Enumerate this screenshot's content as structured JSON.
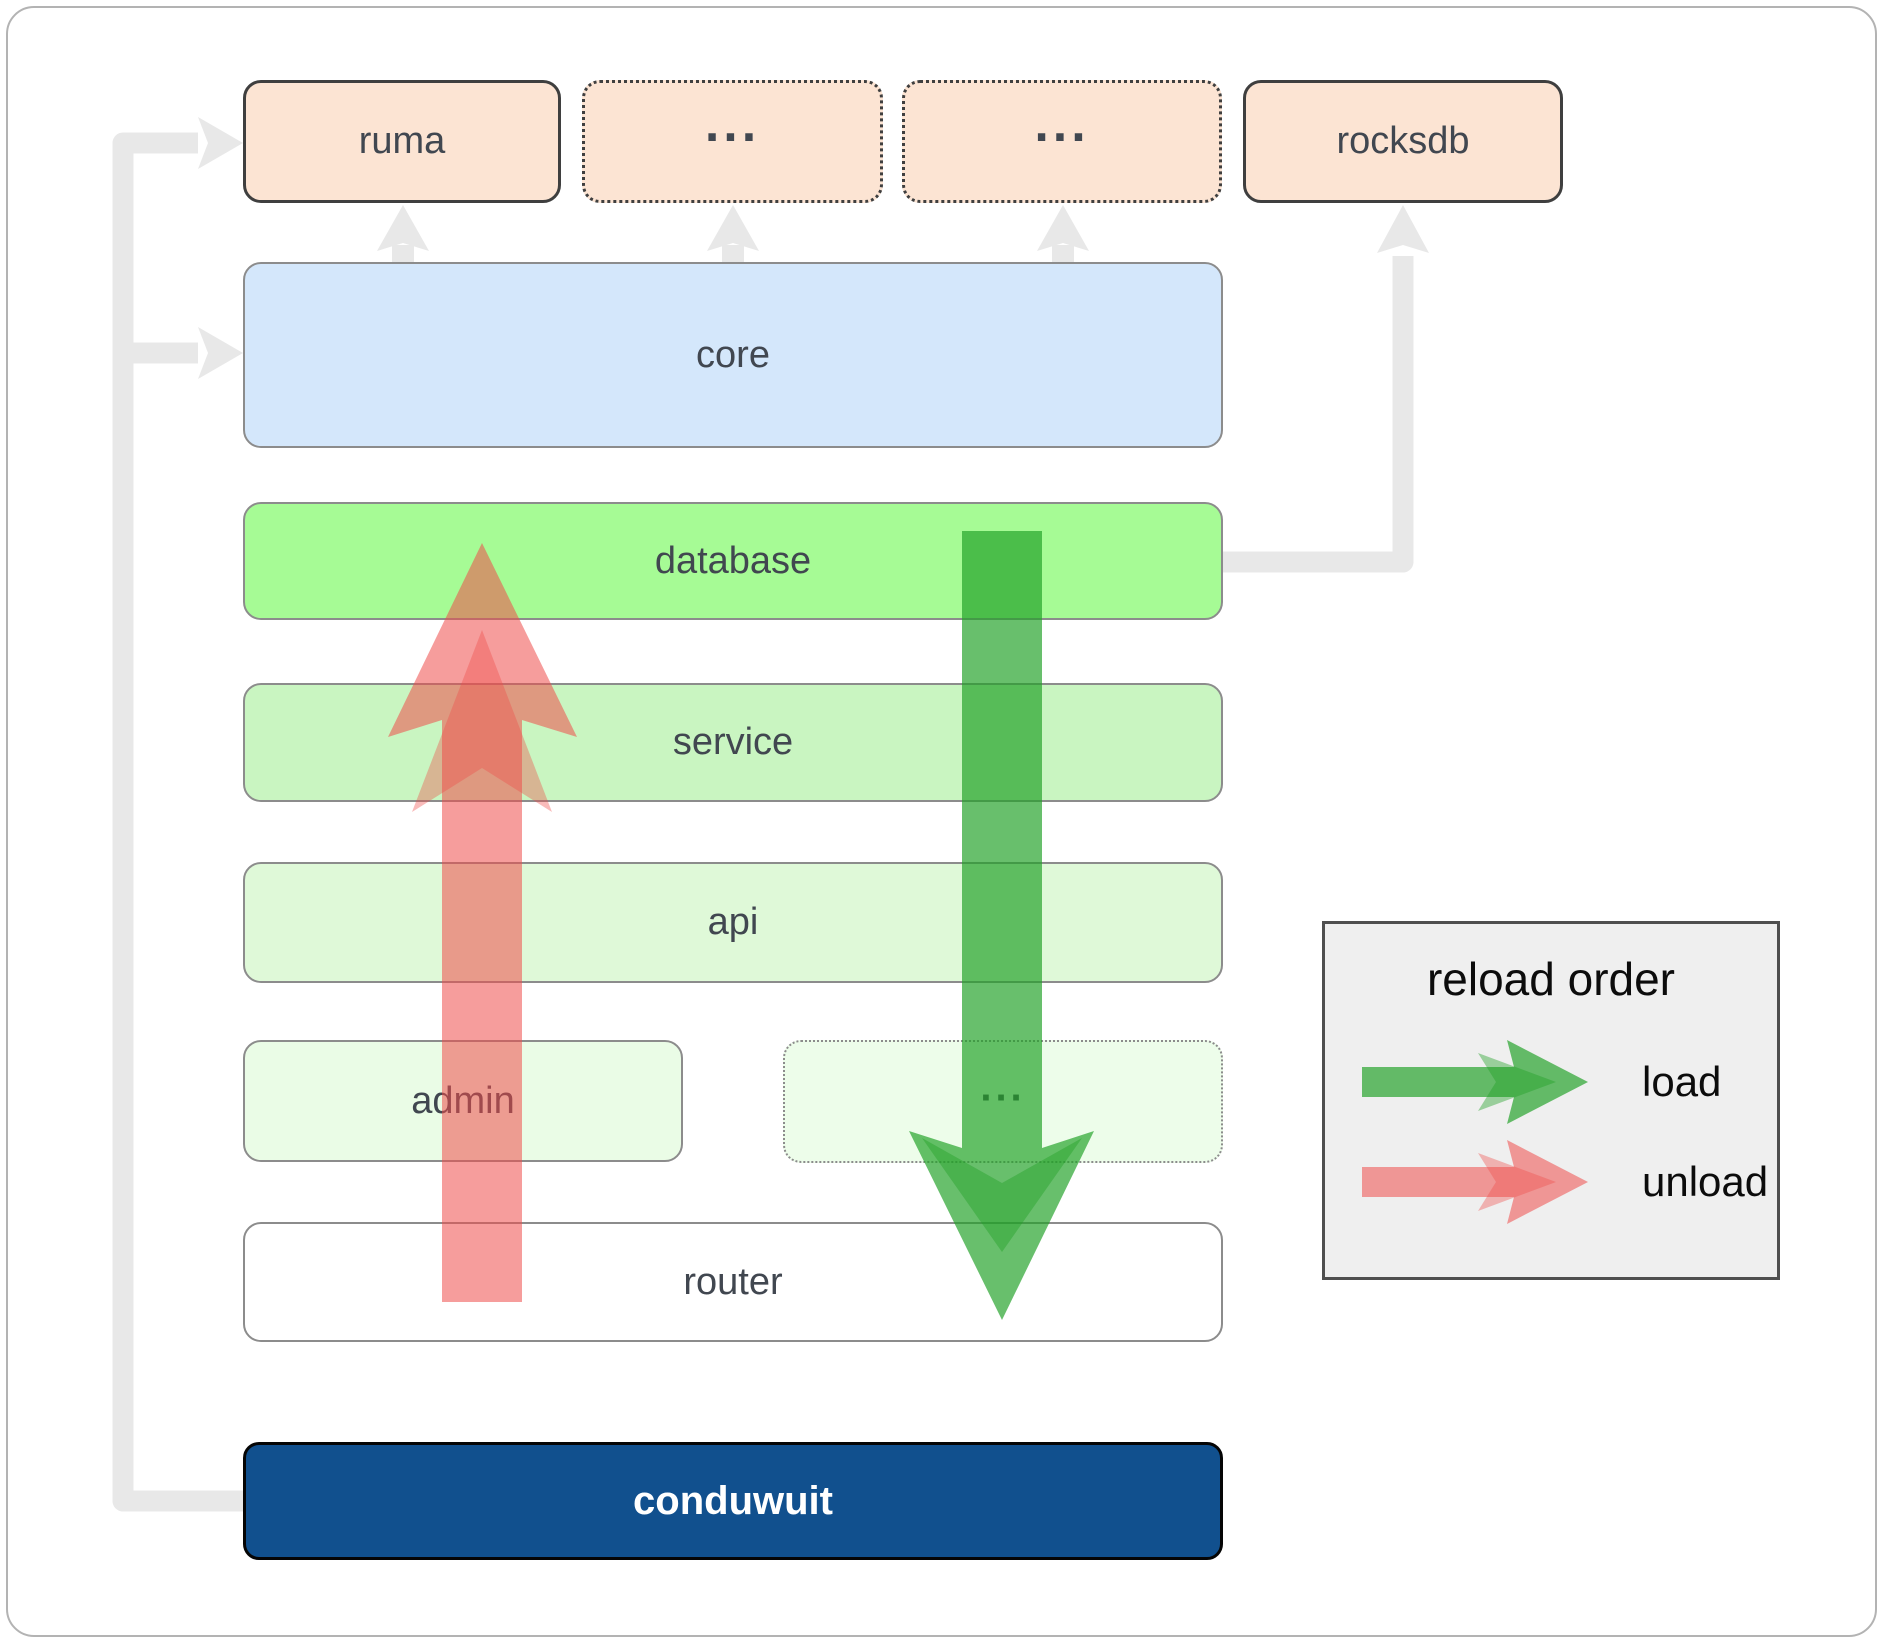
{
  "diagram": {
    "top_row": [
      {
        "label": "ruma",
        "style": "solid"
      },
      {
        "label": "...",
        "style": "dotted"
      },
      {
        "label": "...",
        "style": "dotted"
      },
      {
        "label": "rocksdb",
        "style": "solid"
      }
    ],
    "layers": [
      {
        "id": "core",
        "label": "core"
      },
      {
        "id": "database",
        "label": "database"
      },
      {
        "id": "service",
        "label": "service"
      },
      {
        "id": "api",
        "label": "api"
      }
    ],
    "admin_row": [
      {
        "label": "admin",
        "style": "solid"
      },
      {
        "label": "...",
        "style": "dotted"
      }
    ],
    "router": {
      "label": "router"
    },
    "app": {
      "label": "conduwuit"
    }
  },
  "legend": {
    "title": "reload order",
    "items": [
      {
        "label": "load",
        "color": "#21a027"
      },
      {
        "label": "unload",
        "color": "#ee4d4a"
      }
    ]
  },
  "colors": {
    "peach_box": "#fce4d3",
    "core_blue": "#d4e7fb",
    "database_green": "#a6fb95",
    "service_green": "#c9f5c1",
    "api_green": "#dff9d8",
    "admin_green": "#eafce6",
    "ellipsis_green": "#edfdea",
    "router_white": "#ffffff",
    "conduwuit_blue": "#11508e",
    "load_arrow_green": "#21a027",
    "unload_arrow_red": "#ee4d4a",
    "connector_gray": "#e8e8e8",
    "legend_bg": "#efefef"
  }
}
